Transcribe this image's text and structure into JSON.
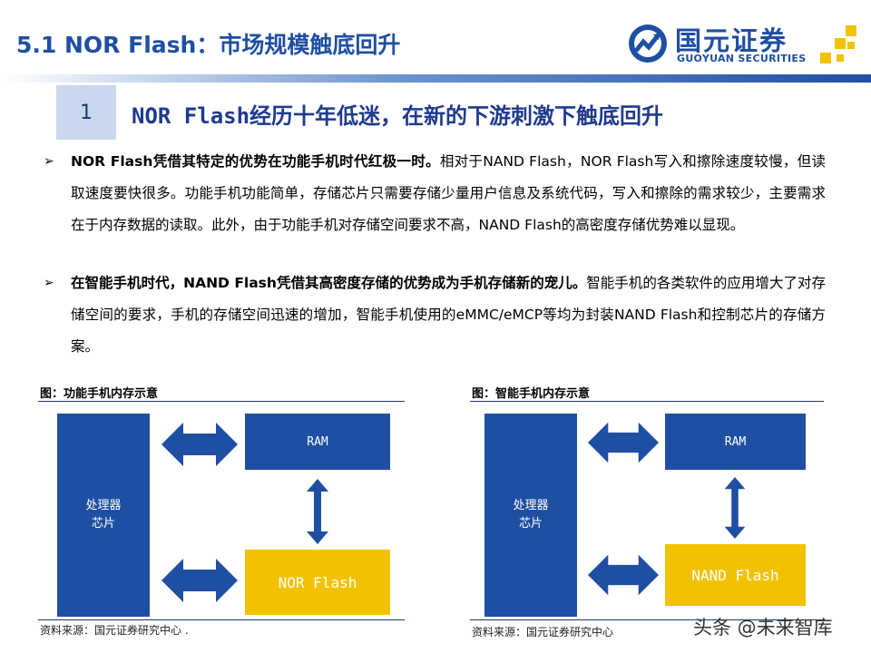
{
  "header": {
    "page_title": "5.1 NOR Flash：市场规模触底回升",
    "logo_cn": "国元证券",
    "logo_en": "GUOYUAN SECURITIES"
  },
  "section": {
    "number": "1",
    "heading": "NOR Flash经历十年低迷，在新的下游刺激下触底回升"
  },
  "bullets": [
    {
      "bold": "NOR Flash凭借其特定的优势在功能手机时代红极一时。",
      "text": "相对于NAND Flash，NOR Flash写入和擦除速度较慢，但读取速度要快很多。功能手机功能简单，存储芯片只需要存储少量用户信息及系统代码，写入和擦除的需求较少，主要需求在于内存数据的读取。此外，由于功能手机对存储空间要求不高，NAND Flash的高密度存储优势难以显现。"
    },
    {
      "bold": "在智能手机时代，NAND Flash凭借其高密度存储的优势成为手机存储新的宠儿。",
      "text": "智能手机的各类软件的应用增大了对存储空间的要求，手机的存储空间迅速的增加，智能手机使用的eMMC/eMCP等均为封装NAND Flash和控制芯片的存储方案。"
    }
  ],
  "figures": {
    "left": {
      "title": "图：功能手机内存示意",
      "cpu_label_1": "处理器",
      "cpu_label_2": "芯片",
      "ram_label": "RAM",
      "flash_label": "NOR Flash",
      "source": "资料来源：国元证券研究中心",
      "source_suffix": "."
    },
    "right": {
      "title": "图：智能手机内存示意",
      "cpu_label_1": "处理器",
      "cpu_label_2": "芯片",
      "ram_label": "RAM",
      "flash_label": "NAND Flash",
      "source": "资料来源：国元证券研究中心"
    }
  },
  "watermark": "头条 @未来智库",
  "colors": {
    "brand_blue": "#1f4fa3",
    "flash_yellow": "#f2c200",
    "section_box": "#c9d8ee"
  }
}
